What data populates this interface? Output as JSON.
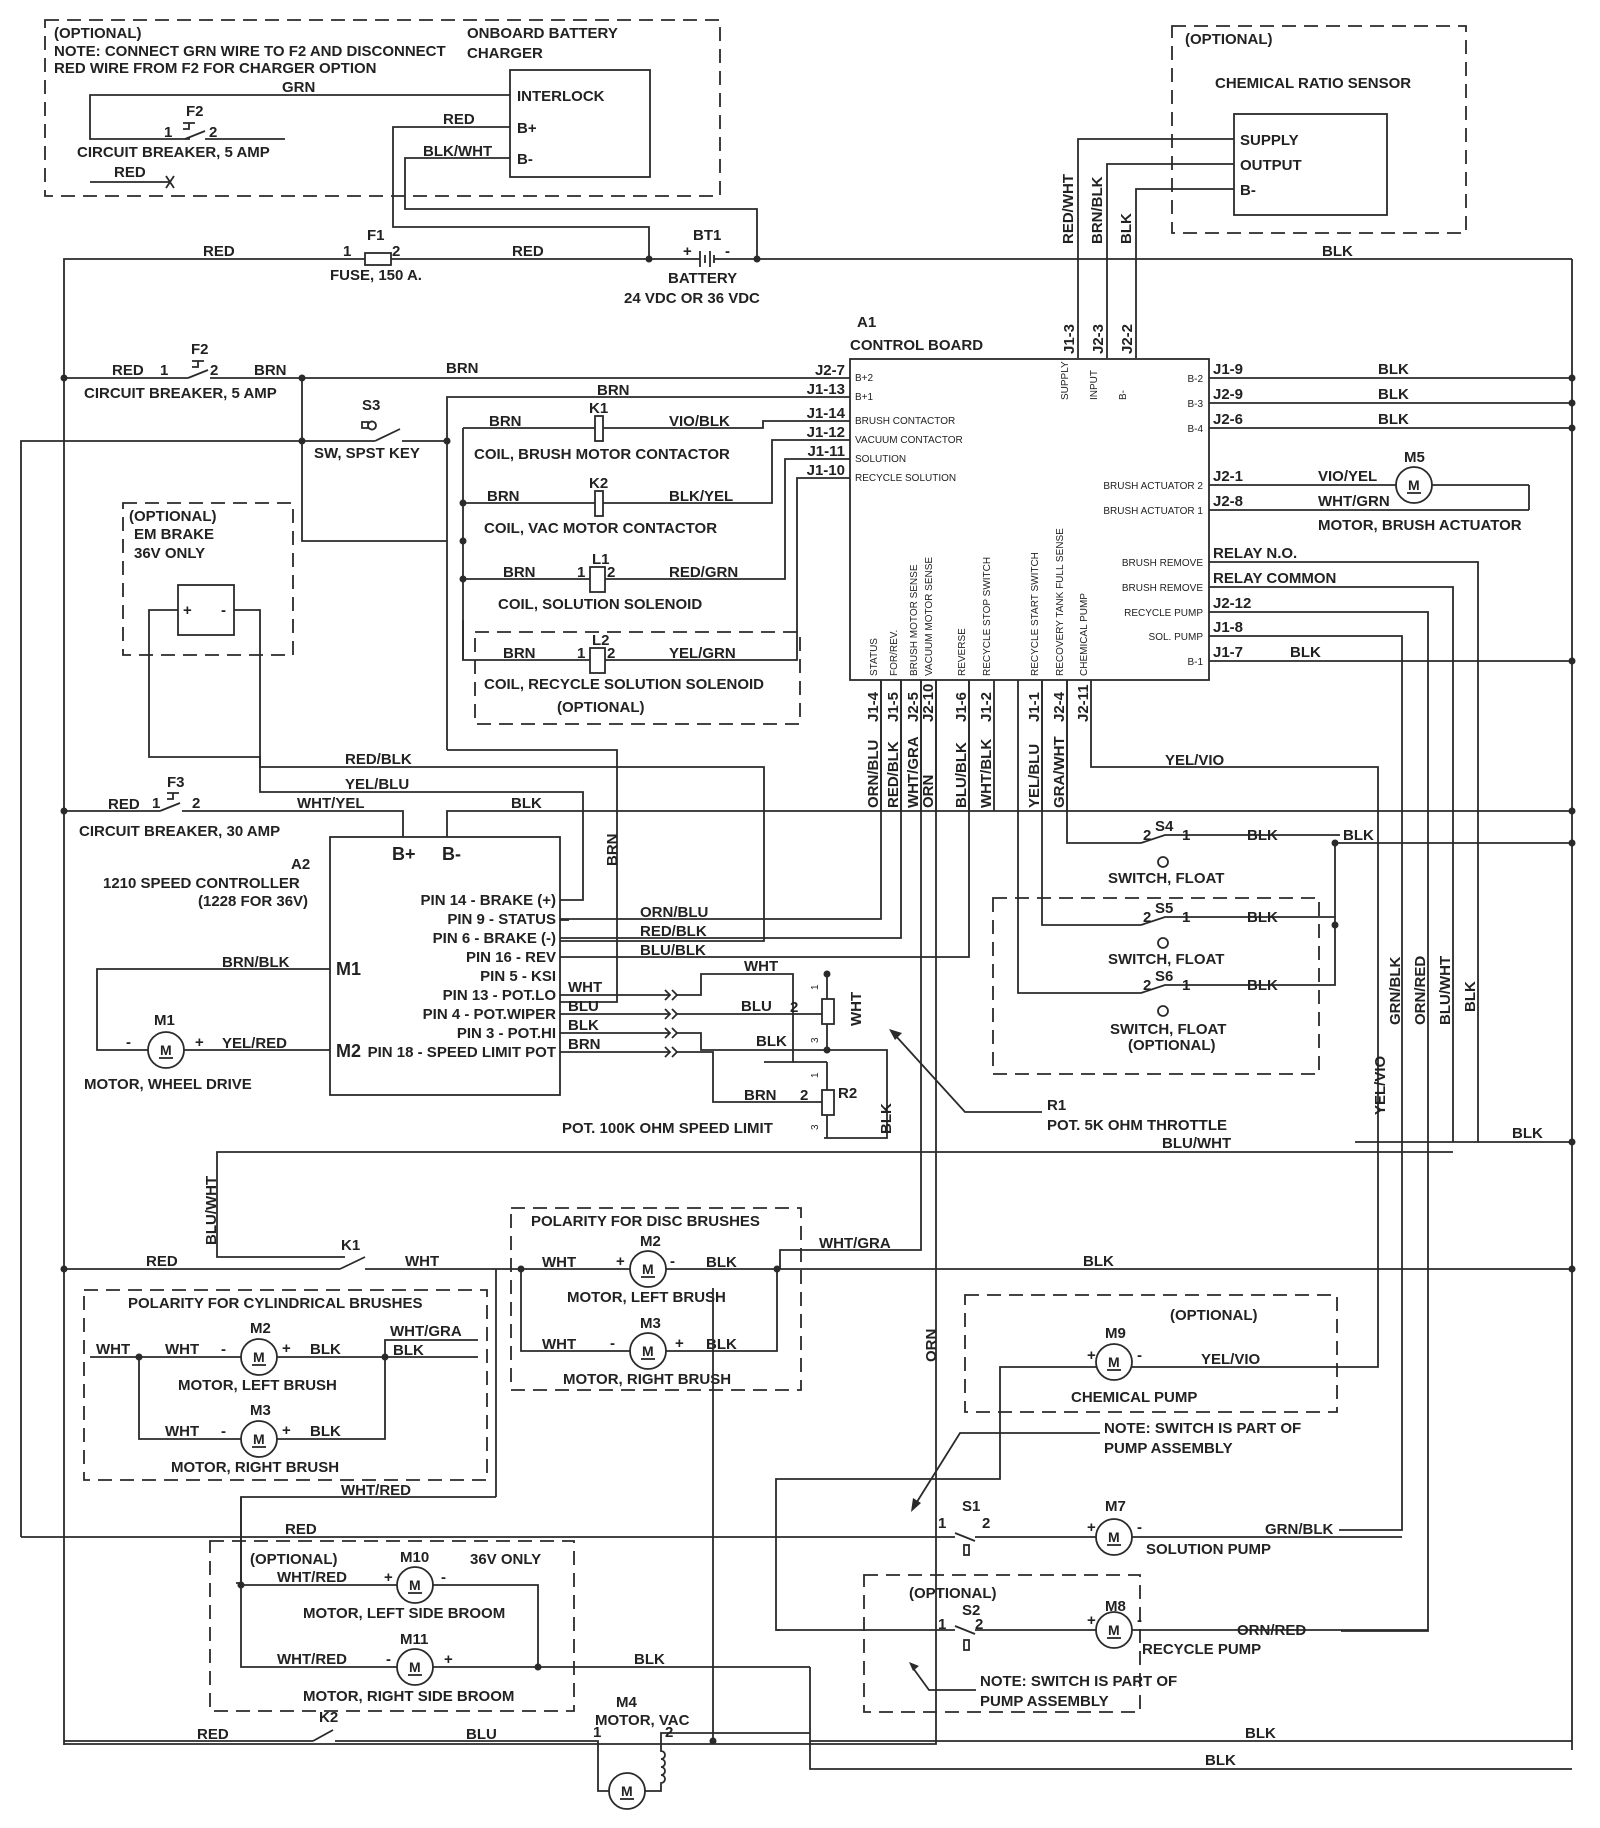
{
  "colors": {
    "ink": "#2a2a2a",
    "background": "#ffffff"
  },
  "charger": {
    "optional": "(OPTIONAL)",
    "note1": "NOTE: CONNECT GRN WIRE TO F2 AND DISCONNECT",
    "note2": "RED WIRE FROM F2 FOR CHARGER OPTION",
    "title1": "ONBOARD BATTERY",
    "title2": "CHARGER",
    "pins": [
      "INTERLOCK",
      "B+",
      "B-"
    ],
    "wire_grn": "GRN",
    "wire_red": "RED",
    "wire_blkwht": "BLK/WHT",
    "f2_ref": "F2",
    "f2_desc": "CIRCUIT BREAKER, 5 AMP",
    "red_cut": "RED",
    "pin1": "1",
    "pin2": "2"
  },
  "chem_sensor": {
    "optional": "(OPTIONAL)",
    "title": "CHEMICAL RATIO SENSOR",
    "pins": [
      "SUPPLY",
      "OUTPUT",
      "B-"
    ],
    "wires": [
      "RED/WHT",
      "BRN/BLK",
      "BLK"
    ]
  },
  "power": {
    "red_left": "RED",
    "red_right": "RED",
    "f1_ref": "F1",
    "f1_desc": "FUSE, 150 A.",
    "bt1_ref": "BT1",
    "bt1_desc1": "BATTERY",
    "bt1_desc2": "24 VDC OR 36 VDC",
    "blk_top": "BLK",
    "plus": "+",
    "minus": "-"
  },
  "f2_main": {
    "ref": "F2",
    "desc": "CIRCUIT BREAKER, 5 AMP",
    "red": "RED",
    "brn1": "BRN",
    "brn2": "BRN",
    "brn3": "BRN"
  },
  "s3": {
    "ref": "S3",
    "desc": "SW, SPST KEY"
  },
  "coils": [
    {
      "ref": "K1",
      "desc": "COIL, BRUSH MOTOR CONTACTOR",
      "left": "BRN",
      "right": "VIO/BLK"
    },
    {
      "ref": "K2",
      "desc": "COIL, VAC MOTOR CONTACTOR",
      "left": "BRN",
      "right": "BLK/YEL"
    },
    {
      "ref": "L1",
      "desc": "COIL, SOLUTION SOLENOID",
      "left": "BRN",
      "right": "RED/GRN"
    },
    {
      "ref": "L2",
      "desc": "COIL, RECYCLE SOLUTION SOLENOID",
      "desc2": "(OPTIONAL)",
      "left": "BRN",
      "right": "YEL/GRN"
    }
  ],
  "em_brake": {
    "line1": "(OPTIONAL)",
    "line2": "EM BRAKE",
    "line3": "36V ONLY",
    "plus": "+",
    "minus": "-"
  },
  "control_board": {
    "ref": "A1",
    "title": "CONTROL BOARD",
    "left_pins": [
      {
        "conn": "J2-7",
        "label": "B+2"
      },
      {
        "conn": "J1-13",
        "label": "B+1"
      },
      {
        "conn": "J1-14",
        "label": "BRUSH CONTACTOR"
      },
      {
        "conn": "J1-12",
        "label": "VACUUM CONTACTOR"
      },
      {
        "conn": "J1-11",
        "label": "SOLUTION"
      },
      {
        "conn": "J1-10",
        "label": "RECYCLE SOLUTION"
      }
    ],
    "top_pins": [
      {
        "conn": "J1-3",
        "label": "SUPPLY"
      },
      {
        "conn": "J2-3",
        "label": "INPUT"
      },
      {
        "conn": "J2-2",
        "label": "B-"
      }
    ],
    "right_pins": [
      {
        "conn": "J1-9",
        "label": "B-2",
        "wire": "BLK"
      },
      {
        "conn": "J2-9",
        "label": "B-3",
        "wire": "BLK"
      },
      {
        "conn": "J2-6",
        "label": "B-4",
        "wire": "BLK"
      },
      {
        "conn": "J2-1",
        "label": "BRUSH ACTUATOR 2",
        "wire": "VIO/YEL"
      },
      {
        "conn": "J2-8",
        "label": "BRUSH ACTUATOR 1",
        "wire": "WHT/GRN"
      },
      {
        "conn": "RELAY N.O.",
        "label": "BRUSH REMOVE",
        "wire": ""
      },
      {
        "conn": "RELAY COMMON",
        "label": "BRUSH REMOVE",
        "wire": ""
      },
      {
        "conn": "J2-12",
        "label": "RECYCLE PUMP",
        "wire": ""
      },
      {
        "conn": "J1-8",
        "label": "SOL. PUMP",
        "wire": ""
      },
      {
        "conn": "J1-7",
        "label": "B-1",
        "wire": "BLK"
      }
    ],
    "bottom_pins": [
      {
        "conn": "J1-4",
        "label": "STATUS",
        "wire": "ORN/BLU"
      },
      {
        "conn": "J1-5",
        "label": "FOR/REV.",
        "wire": "RED/BLK"
      },
      {
        "conn": "J2-5",
        "label": "BRUSH MOTOR SENSE",
        "wire": "WHT/GRA"
      },
      {
        "conn": "J2-10",
        "label": "VACUUM MOTOR SENSE",
        "wire": "ORN"
      },
      {
        "conn": "J1-6",
        "label": "REVERSE",
        "wire": "BLU/BLK"
      },
      {
        "conn": "J1-2",
        "label": "RECYCLE STOP SWITCH",
        "wire": "WHT/BLK"
      },
      {
        "conn": "J1-1",
        "label": "RECYCLE START SWITCH",
        "wire": "YEL/BLU"
      },
      {
        "conn": "J2-4",
        "label": "RECOVERY TANK FULL SENSE",
        "wire": "GRA/WHT"
      },
      {
        "conn": "J2-11",
        "label": "CHEMICAL PUMP",
        "wire": ""
      }
    ]
  },
  "m5": {
    "ref": "M5",
    "desc": "MOTOR, BRUSH ACTUATOR",
    "glyph": "M"
  },
  "f3": {
    "ref": "F3",
    "desc": "CIRCUIT BREAKER, 30 AMP",
    "red": "RED",
    "wht_yel": "WHT/YEL",
    "blk": "BLK",
    "red_blk": "RED/BLK",
    "yel_blu": "YEL/BLU",
    "brn": "BRN"
  },
  "speed_controller": {
    "ref": "A2",
    "title1": "1210 SPEED CONTROLLER",
    "title2": "(1228 FOR 36V)",
    "bplus": "B+",
    "bminus": "B-",
    "m1": "M1",
    "m2": "M2",
    "pins": [
      "PIN 14 - BRAKE (+)",
      "PIN 9 - STATUS",
      "PIN 6 - BRAKE (-)",
      "PIN 16 - REV",
      "PIN 5 - KSI",
      "PIN 13 - POT.LO",
      "PIN 4 - POT.WIPER",
      "PIN 3 - POT.HI",
      "PIN 18 - SPEED LIMIT POT"
    ],
    "out_wires": [
      "ORN/BLU",
      "RED/BLK",
      "BLU/BLK"
    ],
    "pot_wires": [
      "WHT",
      "BLU",
      "BLK",
      "BRN"
    ]
  },
  "m1": {
    "ref": "M1",
    "desc": "MOTOR, WHEEL DRIVE",
    "wire_top": "BRN/BLK",
    "wire_bottom": "YEL/RED",
    "minus": "-",
    "plus": "+"
  },
  "r1": {
    "ref": "R1",
    "desc": "POT. 5K OHM THROTTLE",
    "wht": "WHT",
    "blu": "BLU",
    "blk": "BLK",
    "wht_v": "WHT",
    "p1": "1",
    "p2": "2",
    "p3": "3"
  },
  "r2": {
    "ref": "R2",
    "desc": "POT. 100K OHM SPEED LIMIT",
    "brn": "BRN",
    "blk_v": "BLK",
    "p1": "1",
    "p2": "2",
    "p3": "3"
  },
  "float_switches": [
    {
      "ref": "S4",
      "desc": "SWITCH, FLOAT",
      "wire": "BLK",
      "wire2": "BLK"
    },
    {
      "ref": "S5",
      "desc": "SWITCH, FLOAT",
      "wire": "BLK"
    },
    {
      "ref": "S6",
      "desc": "SWITCH, FLOAT",
      "desc2": "(OPTIONAL)",
      "wire": "BLK"
    }
  ],
  "right_wires": {
    "yel_vio": "YEL/VIO",
    "yel_vio_v": "YEL/VIO",
    "grn_blk": "GRN/BLK",
    "orn_red": "ORN/RED",
    "blu_wht": "BLU/WHT",
    "blk": "BLK",
    "blu_wht_h": "BLU/WHT",
    "blk_h": "BLK"
  },
  "k1_contact": {
    "ref": "K1",
    "red": "RED",
    "wht": "WHT",
    "blu_wht": "BLU/WHT",
    "wht_gra": "WHT/GRA",
    "blk": "BLK",
    "orn": "ORN",
    "wht_red": "WHT/RED"
  },
  "disc_brushes": {
    "title": "POLARITY FOR DISC BRUSHES",
    "motors": [
      {
        "ref": "M2",
        "desc": "MOTOR, LEFT BRUSH",
        "left": "WHT",
        "right": "BLK",
        "lsign": "+",
        "rsign": "-"
      },
      {
        "ref": "M3",
        "desc": "MOTOR, RIGHT BRUSH",
        "left": "WHT",
        "right": "BLK",
        "lsign": "-",
        "rsign": "+"
      }
    ]
  },
  "cyl_brushes": {
    "title": "POLARITY FOR CYLINDRICAL BRUSHES",
    "wht_in": "WHT",
    "wht_gra": "WHT/GRA",
    "blk_out": "BLK",
    "motors": [
      {
        "ref": "M2",
        "desc": "MOTOR, LEFT BRUSH",
        "left": "WHT",
        "right": "BLK",
        "lsign": "-",
        "rsign": "+"
      },
      {
        "ref": "M3",
        "desc": "MOTOR, RIGHT BRUSH",
        "left": "WHT",
        "right": "BLK",
        "lsign": "-",
        "rsign": "+"
      }
    ]
  },
  "chem_pump": {
    "optional": "(OPTIONAL)",
    "ref": "M9",
    "desc": "CHEMICAL PUMP",
    "wire": "YEL/VIO",
    "plus": "+",
    "minus": "-"
  },
  "note_switch": {
    "line1": "NOTE: SWITCH IS PART OF",
    "line2": "PUMP ASSEMBLY"
  },
  "solution_pump": {
    "s_ref": "S1",
    "m_ref": "M7",
    "desc": "SOLUTION PUMP",
    "wire": "GRN/BLK",
    "red": "RED",
    "p1": "1",
    "p2": "2",
    "plus": "+",
    "minus": "-"
  },
  "recycle_pump": {
    "optional": "(OPTIONAL)",
    "s_ref": "S2",
    "m_ref": "M8",
    "desc": "RECYCLE PUMP",
    "wire": "ORN/RED",
    "p1": "1",
    "p2": "2",
    "plus": "+",
    "minus": "-"
  },
  "side_brooms": {
    "optional": "(OPTIONAL)",
    "note": "36V ONLY",
    "blk": "BLK",
    "motors": [
      {
        "ref": "M10",
        "desc": "MOTOR, LEFT SIDE BROOM",
        "wire": "WHT/RED",
        "lsign": "+",
        "rsign": "-"
      },
      {
        "ref": "M11",
        "desc": "MOTOR, RIGHT SIDE BROOM",
        "wire": "WHT/RED",
        "lsign": "-",
        "rsign": "+"
      }
    ]
  },
  "vac_motor": {
    "ref": "M4",
    "desc": "MOTOR, VAC",
    "k2": "K2",
    "red": "RED",
    "blu": "BLU",
    "p1": "1",
    "p2": "2",
    "blk1": "BLK",
    "blk2": "BLK"
  }
}
